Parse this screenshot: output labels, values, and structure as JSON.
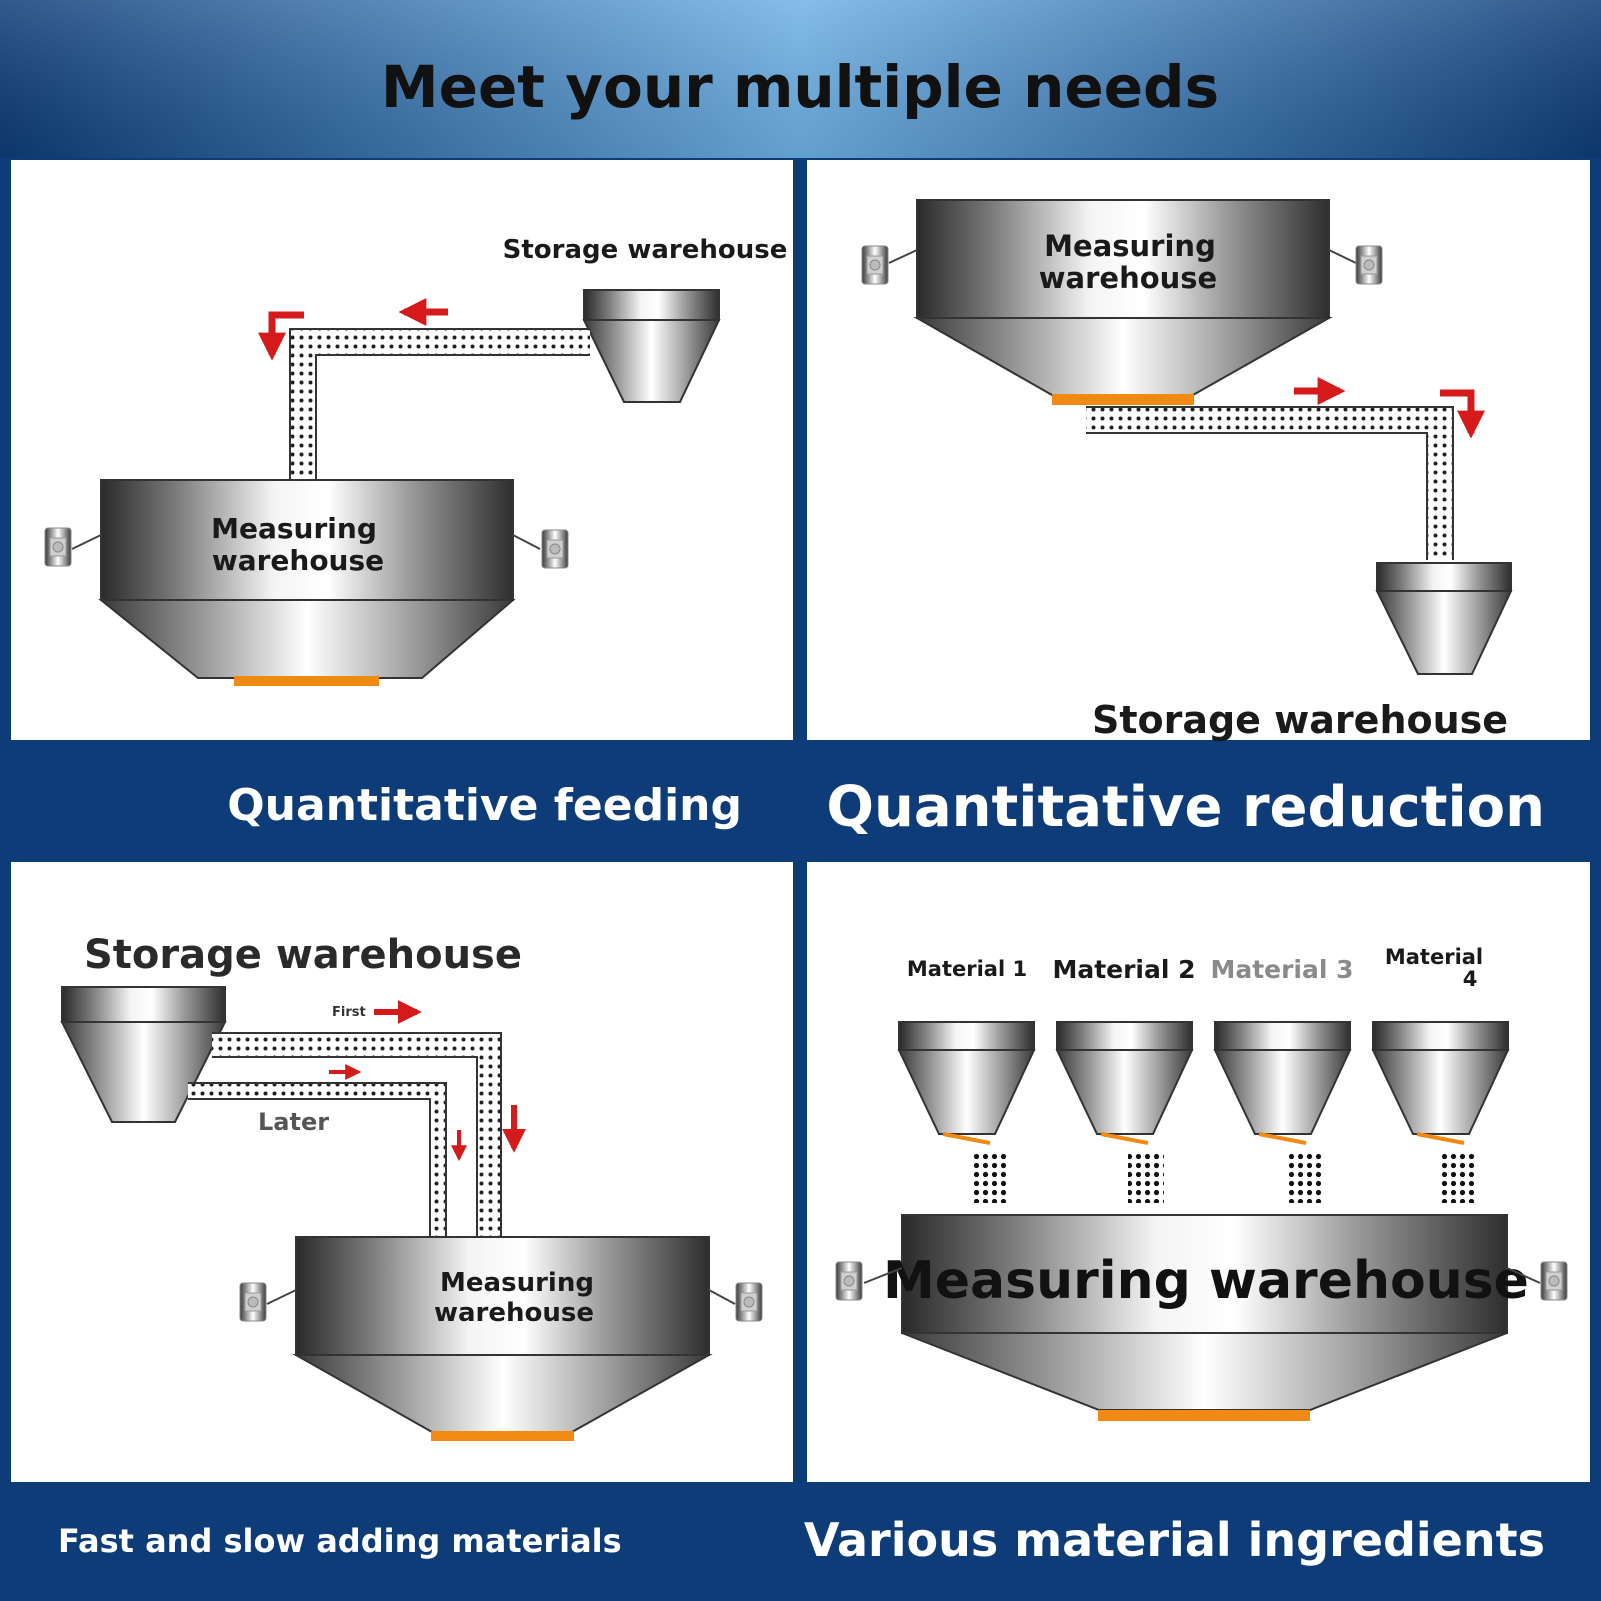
{
  "header": {
    "title": "Meet your multiple needs"
  },
  "panels": {
    "feeding": {
      "caption": "Quantitative feeding",
      "storage_label": "Storage warehouse",
      "measuring_label_line1": "Measuring",
      "measuring_label_line2": "warehouse"
    },
    "reduction": {
      "caption": "Quantitative reduction",
      "storage_label": "Storage warehouse",
      "measuring_label_line1": "Measuring",
      "measuring_label_line2": "warehouse"
    },
    "fast_slow": {
      "caption": "Fast and slow adding materials",
      "storage_label": "Storage warehouse",
      "first_label": "First",
      "later_label": "Later",
      "measuring_label_line1": "Measuring",
      "measuring_label_line2": "warehouse"
    },
    "ingredients": {
      "caption": "Various material ingredients",
      "materials": [
        "Material 1",
        "Material 2",
        "Material 3",
        "Material"
      ],
      "material4_suffix": "4",
      "measuring_label": "Measuring warehouse"
    }
  },
  "colors": {
    "background": "#0d3c78",
    "panel": "#ffffff",
    "arrow": "#d41a1a",
    "outlet": "#f08a12",
    "caption_text": "#ffffff",
    "label_text": "#1a1a1a"
  },
  "icons": [
    "load-cell-icon",
    "arrow-icon",
    "hopper-icon",
    "conveyor-pipe"
  ]
}
